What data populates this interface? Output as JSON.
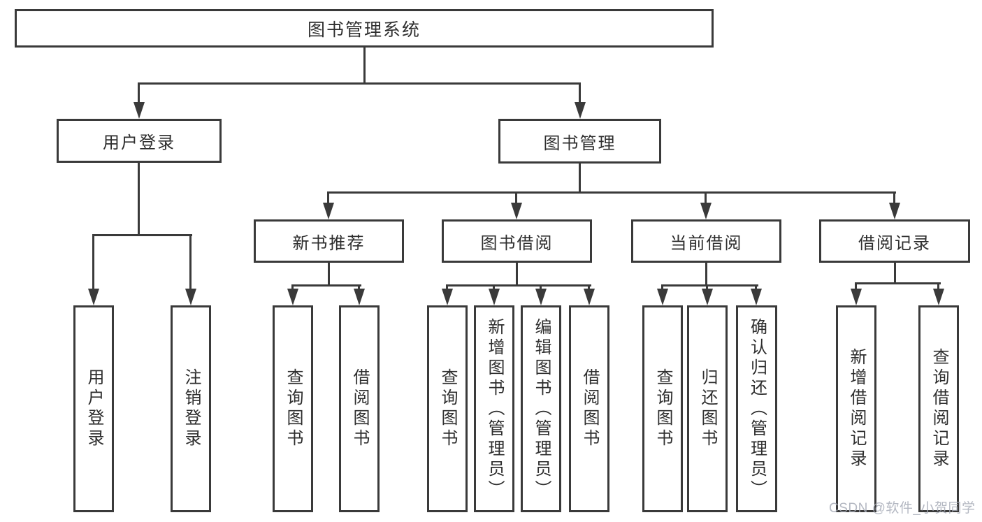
{
  "diagram": {
    "type": "function-structure-tree",
    "watermark": "CSDN @软件_小贺同学",
    "colors": {
      "line": "#3a3a3a",
      "text": "#2e2e2e",
      "background": "#ffffff",
      "watermark": "#a7acb7"
    },
    "tree": {
      "label": "图书管理系统",
      "children": [
        {
          "label": "用户登录",
          "children": [
            {
              "label": "用户登录"
            },
            {
              "label": "注销登录"
            }
          ]
        },
        {
          "label": "图书管理",
          "children": [
            {
              "label": "新书推荐",
              "children": [
                {
                  "label": "查询图书"
                },
                {
                  "label": "借阅图书"
                }
              ]
            },
            {
              "label": "图书借阅",
              "children": [
                {
                  "label": "查询图书"
                },
                {
                  "label": "新增图书（管理员）"
                },
                {
                  "label": "编辑图书（管理员）"
                },
                {
                  "label": "借阅图书"
                }
              ]
            },
            {
              "label": "当前借阅",
              "children": [
                {
                  "label": "查询图书"
                },
                {
                  "label": "归还图书"
                },
                {
                  "label": "确认归还（管理员）"
                }
              ]
            },
            {
              "label": "借阅记录",
              "children": [
                {
                  "label": "新增借阅记录"
                },
                {
                  "label": "查询借阅记录"
                }
              ]
            }
          ]
        }
      ]
    }
  }
}
